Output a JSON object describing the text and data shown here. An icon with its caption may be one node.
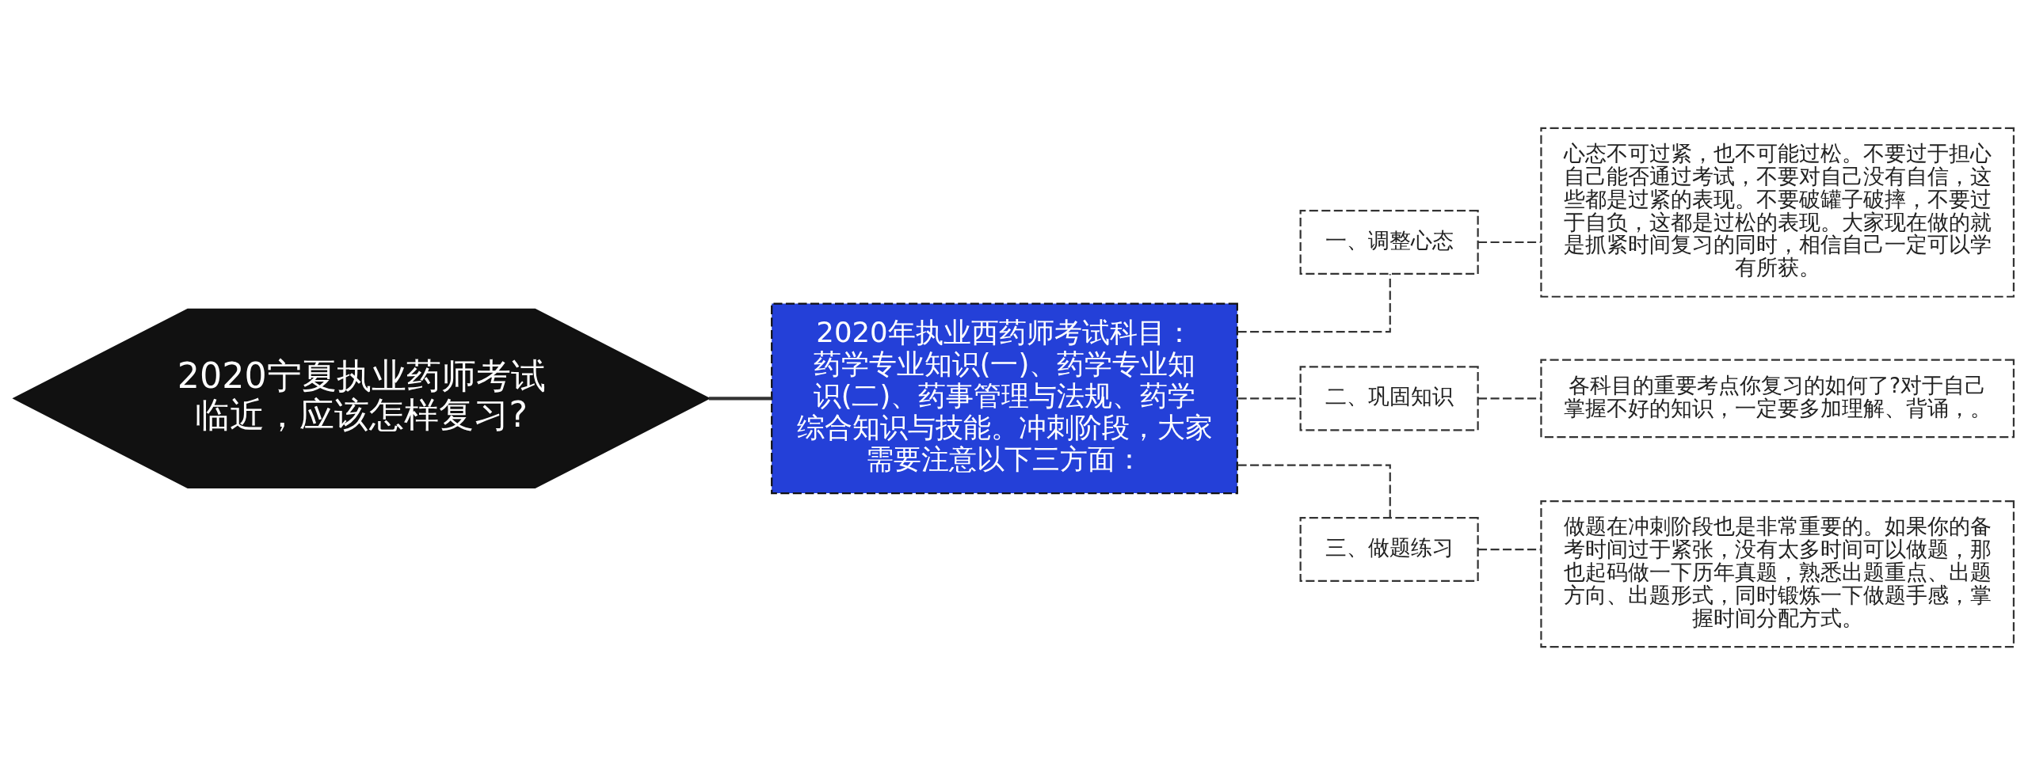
{
  "diagram": {
    "nodes": [
      {
        "text": [
          "2020宁夏执业药师考试临近，应该怎样复习?"
        ]
      },
      {
        "text": [
          "2020年执业西药师考试科目：药学专业知识(一)、药学专业知识(二)、药事管理与法规、药学综合知识与技能。冲刺阶段，大家需要注意以下三方面："
        ]
      },
      {
        "text": [
          "一、调整心态"
        ]
      },
      {
        "text": [
          "二、巩固知识"
        ]
      },
      {
        "text": [
          "三、做题练习"
        ]
      },
      {
        "text": [
          "心态不可过紧，也不可能过松。不要过于担心自己能否通过考试，不要对自己没有自信，这些都是过紧的表现。不要破罐子破摔，不要过于自负，这都是过松的表现。大家现在做的就是抓紧时间复习的同时，相信自己一定可以学有所获。"
        ]
      },
      {
        "text": [
          "各科目的重要考点你复习的如何了?对于自己掌握不好的知识，一定要多加理解、背诵，。"
        ]
      },
      {
        "text": [
          "做题在冲刺阶段也是非常重要的。如果你的备考时间过于紧张，没有太多时间可以做题，那也起码做一下历年真题，熟悉出题重点、出题方向、出题形式，同时锻炼一下做题手感，掌握时间分配方式。"
        ]
      }
    ],
    "edges": [
      {
        "from": 0,
        "to": 1,
        "arrow": "none"
      },
      {
        "from": 1,
        "to": 2,
        "arrow": "none",
        "style": "dashed"
      },
      {
        "from": 1,
        "to": 3,
        "arrow": "none",
        "style": "dashed"
      },
      {
        "from": 1,
        "to": 4,
        "arrow": "none",
        "style": "dashed"
      },
      {
        "from": 2,
        "to": 5,
        "arrow": "none",
        "style": "dashed"
      },
      {
        "from": 3,
        "to": 6,
        "arrow": "none",
        "style": "dashed"
      },
      {
        "from": 4,
        "to": 7,
        "arrow": "none",
        "style": "dashed"
      }
    ]
  }
}
